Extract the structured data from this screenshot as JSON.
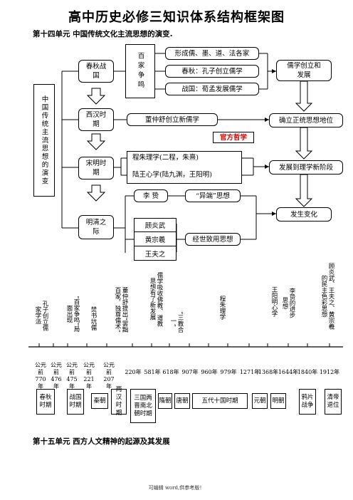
{
  "title": "高中历史必修三知识体系结构框架图",
  "unit14": "第十四单元  中国传统文化主流思想的演变.",
  "unit15": "第十五单元  西方人文精神的起源及其发展",
  "footer": "可编辑 word,供参考版！",
  "main_box": "中国传统主流思想的演变",
  "periods": {
    "chunqiu": "春秋战国",
    "xihan": "西汉时期",
    "songming": "宋明时期",
    "mingqing": "明清之际"
  },
  "baijia": "百家争鸣",
  "chunqiu_items": [
    "形成儒、墨、道、法各家",
    "春秋：孔子创立儒学",
    "战国：荀孟发展儒学"
  ],
  "chunqiu_result": "儒学创立和发展",
  "xihan_item": "董仲舒创立新儒学",
  "xihan_result": "确立正统思想地位",
  "official": "官方哲学",
  "songming_items": [
    "程朱理学(二程，朱熹)",
    "陆王心学(陆九渊，王阳明)"
  ],
  "songming_result": "发展到理学新阶段",
  "mingqing_left": [
    "李 贽",
    "顾炎武",
    "黄宗羲",
    "王夫之"
  ],
  "mingqing_mid": [
    "“异端”思想",
    "经世致用思想"
  ],
  "mingqing_result": "发生变化",
  "timeline_events": [
    "孔子创立儒家学派",
    "“百家争鸣”局面出现",
    "焚书坑儒",
    "董仲舒提出“罢黜百家，独尊儒术”",
    "儒学吸收佛教、道教思想有了新发展",
    "“三教合一”",
    "程朱理学",
    "王阳明心学",
    "李贽的进步思想",
    "顾炎武、王夫之、黄宗羲的民主色彩思想"
  ],
  "timeline_dates": [
    "公元前770年",
    "公元前476年",
    "公元前475年",
    "公元前221年",
    "公元前207年",
    "220年",
    "581年",
    "618年",
    "907年",
    "960年",
    "979年",
    "1271年",
    "1368年",
    "1644年",
    "1840年",
    "1912年"
  ],
  "dynasties": [
    "春秋时期",
    "战国时期",
    "秦朝",
    "两汉时期",
    "三国两晋南北朝时期",
    "隋朝",
    "唐朝",
    "五代十国时期",
    "元朝",
    "明朝",
    "鸦片战争",
    "清帝退位"
  ]
}
